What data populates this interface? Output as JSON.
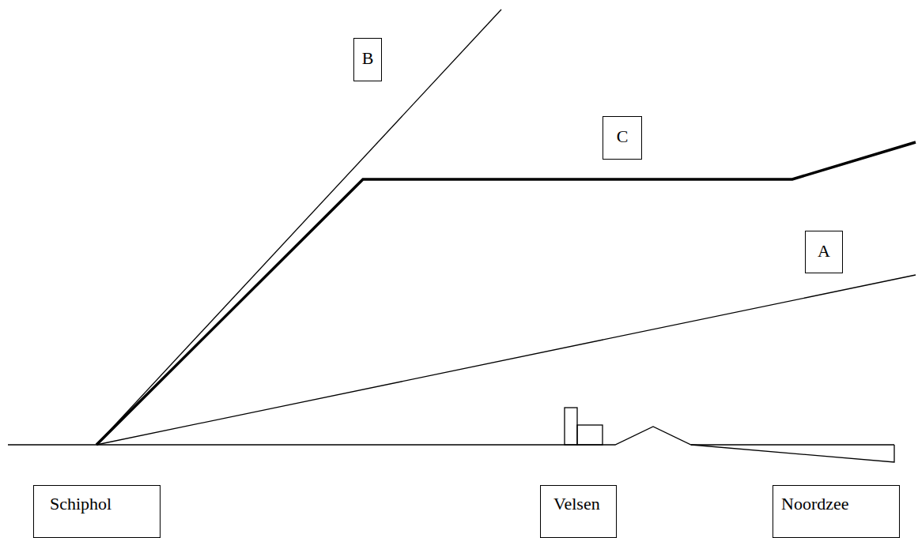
{
  "diagram": {
    "nodes": [
      {
        "text": [
          "B"
        ]
      },
      {
        "text": [
          "C"
        ]
      },
      {
        "text": [
          "A"
        ]
      },
      {
        "text": [
          "Schiphol"
        ]
      },
      {
        "text": [
          "Velsen"
        ]
      },
      {
        "text": [
          "Noordzee"
        ]
      }
    ]
  }
}
